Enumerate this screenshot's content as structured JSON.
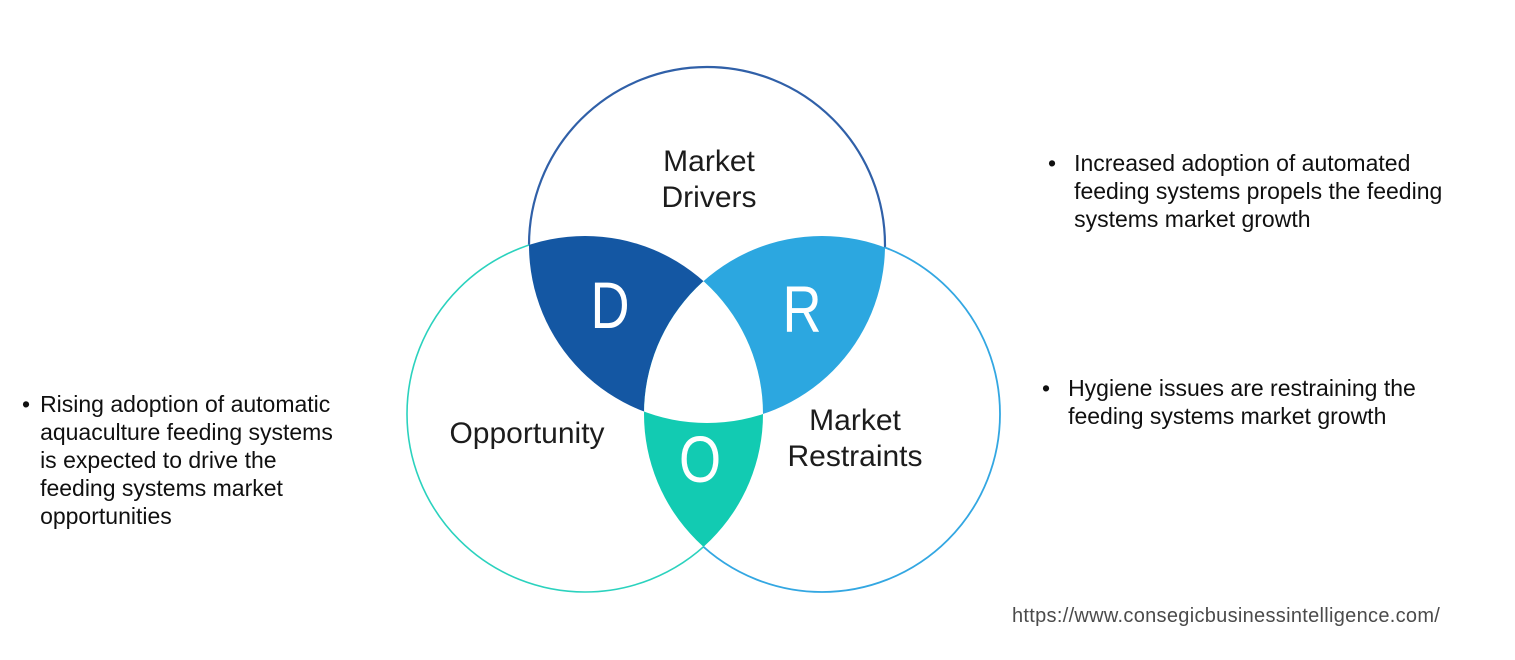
{
  "venn": {
    "drivers": {
      "label": "Market\nDrivers",
      "letter": "D",
      "lens_color": "#1457a3",
      "outline_color": "#3060a8"
    },
    "restraints": {
      "label": "Market\nRestraints",
      "letter": "R",
      "lens_color": "#2ca7e0",
      "outline_color": "#33a7e2"
    },
    "opportunity": {
      "label": "Opportunity",
      "letter": "O",
      "lens_color": "#12cbb2",
      "outline_color": "#2bd2be"
    },
    "center_color": "#ffffff"
  },
  "bullets": {
    "marker": "•",
    "left_opportunity": "Rising adoption of automatic\naquaculture feeding systems\nis expected to drive the\nfeeding systems market\nopportunities",
    "right_driver": "Increased adoption of automated\nfeeding systems propels the feeding\nsystems market growth",
    "right_restraint": "Hygiene issues are restraining the\nfeeding systems market growth"
  },
  "footer": {
    "source_url": "https://www.consegicbusinessintelligence.com/"
  }
}
